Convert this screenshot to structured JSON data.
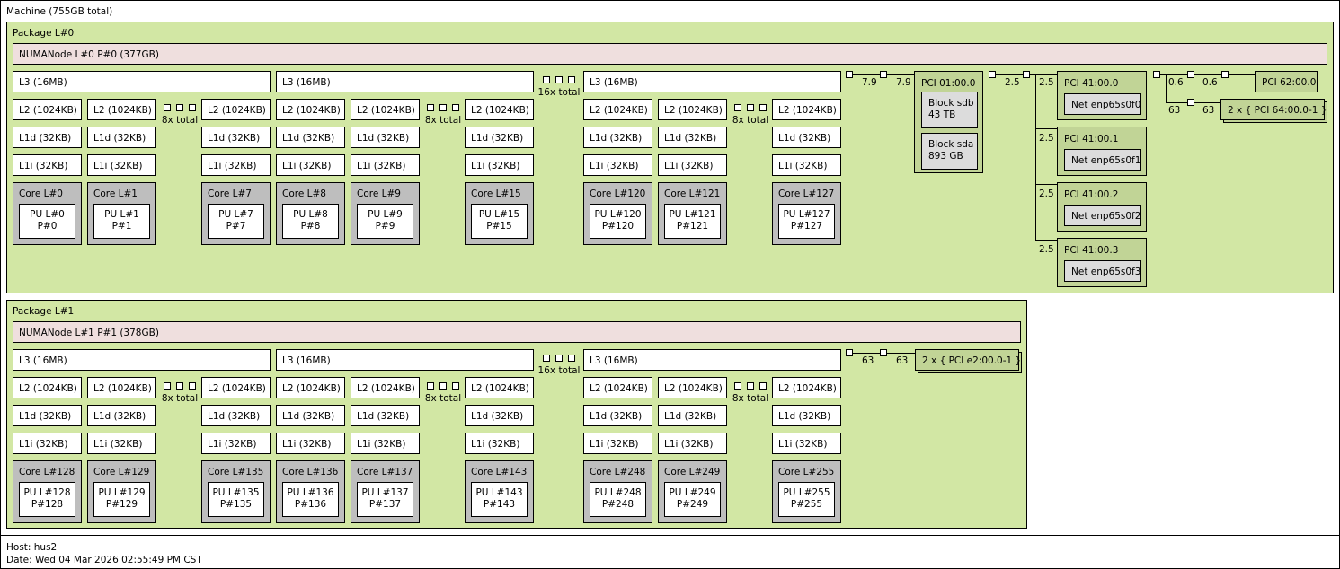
{
  "machine": {
    "label": "Machine (755GB total)"
  },
  "packages": [
    {
      "label": "Package L#0",
      "numa": "NUMANode L#0 P#0 (377GB)",
      "l3": [
        "L3 (16MB)",
        "L3 (16MB)",
        "L3 (16MB)"
      ],
      "l3_total": "16x total",
      "core_groups": [
        {
          "total": "8x total",
          "cores": [
            {
              "core": "Core L#0",
              "pu": "PU L#0",
              "pp": "P#0"
            },
            {
              "core": "Core L#1",
              "pu": "PU L#1",
              "pp": "P#1"
            },
            {
              "core": "Core L#7",
              "pu": "PU L#7",
              "pp": "P#7"
            }
          ]
        },
        {
          "total": "8x total",
          "cores": [
            {
              "core": "Core L#8",
              "pu": "PU L#8",
              "pp": "P#8"
            },
            {
              "core": "Core L#9",
              "pu": "PU L#9",
              "pp": "P#9"
            },
            {
              "core": "Core L#15",
              "pu": "PU L#15",
              "pp": "P#15"
            }
          ]
        },
        {
          "total": "8x total",
          "cores": [
            {
              "core": "Core L#120",
              "pu": "PU L#120",
              "pp": "P#120"
            },
            {
              "core": "Core L#121",
              "pu": "PU L#121",
              "pp": "P#121"
            },
            {
              "core": "Core L#127",
              "pu": "PU L#127",
              "pp": "P#127"
            }
          ]
        }
      ]
    },
    {
      "label": "Package L#1",
      "numa": "NUMANode L#1 P#1 (378GB)",
      "l3": [
        "L3 (16MB)",
        "L3 (16MB)",
        "L3 (16MB)"
      ],
      "l3_total": "16x total",
      "core_groups": [
        {
          "total": "8x total",
          "cores": [
            {
              "core": "Core L#128",
              "pu": "PU L#128",
              "pp": "P#128"
            },
            {
              "core": "Core L#129",
              "pu": "PU L#129",
              "pp": "P#129"
            },
            {
              "core": "Core L#135",
              "pu": "PU L#135",
              "pp": "P#135"
            }
          ]
        },
        {
          "total": "8x total",
          "cores": [
            {
              "core": "Core L#136",
              "pu": "PU L#136",
              "pp": "P#136"
            },
            {
              "core": "Core L#137",
              "pu": "PU L#137",
              "pp": "P#137"
            },
            {
              "core": "Core L#143",
              "pu": "PU L#143",
              "pp": "P#143"
            }
          ]
        },
        {
          "total": "8x total",
          "cores": [
            {
              "core": "Core L#248",
              "pu": "PU L#248",
              "pp": "P#248"
            },
            {
              "core": "Core L#249",
              "pu": "PU L#249",
              "pp": "P#249"
            },
            {
              "core": "Core L#255",
              "pu": "PU L#255",
              "pp": "P#255"
            }
          ]
        }
      ]
    }
  ],
  "cache_labels": {
    "l2": "L2 (1024KB)",
    "l1d": "L1d (32KB)",
    "l1i": "L1i (32KB)"
  },
  "pci": {
    "link1": {
      "bw_a": "7.9",
      "bw_b": "7.9"
    },
    "pci01": "PCI 01:00.0",
    "block_sdb": {
      "name": "Block sdb",
      "size": "43 TB"
    },
    "block_sda": {
      "name": "Block sda",
      "size": "893 GB"
    },
    "link2": {
      "bw_a": "2.5",
      "bw_b": "2.5"
    },
    "pci41": [
      {
        "name": "PCI 41:00.0",
        "net": "Net enp65s0f0",
        "bw": "2.5"
      },
      {
        "name": "PCI 41:00.1",
        "net": "Net enp65s0f1",
        "bw": "2.5"
      },
      {
        "name": "PCI 41:00.2",
        "net": "Net enp65s0f2",
        "bw": "2.5"
      },
      {
        "name": "PCI 41:00.3",
        "net": "Net enp65s0f3",
        "bw": "2.5"
      }
    ],
    "link3": {
      "bw_a": "0.6",
      "bw_b": "0.6",
      "bw_c": "63",
      "bw_d": "63"
    },
    "pci62": "PCI 62:00.0",
    "pci64": "2 x { PCI 64:00.0-1 }",
    "link4": {
      "bw_a": "63",
      "bw_b": "63"
    },
    "pcie2": "2 x { PCI e2:00.0-1 }"
  },
  "footer": {
    "host": "Host: hus2",
    "date": "Date: Wed 04 Mar 2026 02:55:49 PM CST"
  }
}
